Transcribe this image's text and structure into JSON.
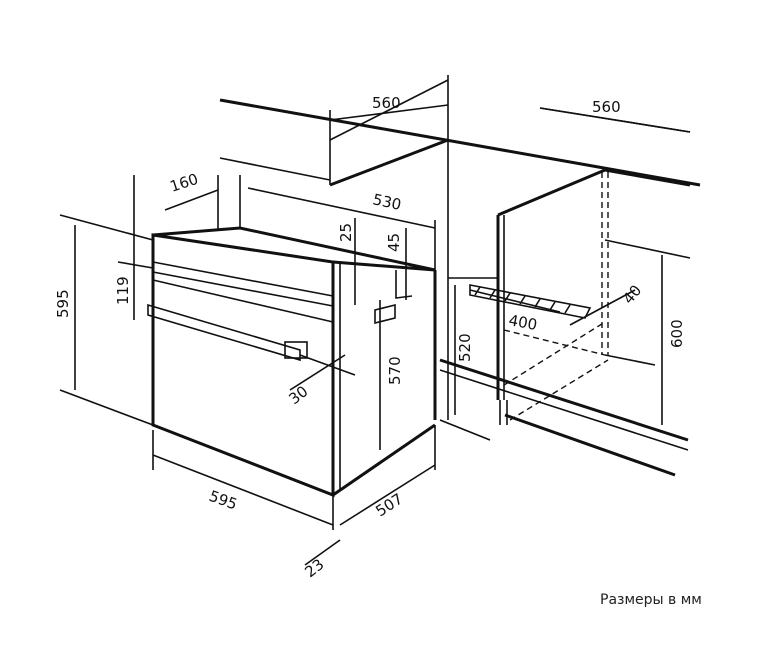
{
  "dimensions": {
    "niche_width_top": "560",
    "niche_depth_top": "560",
    "oven_top_offset": "160",
    "oven_depth_top": "530",
    "top_gap": "25",
    "rear_gap": "45",
    "oven_height": "595",
    "panel_height": "119",
    "body_height": "570",
    "niche_floor_height": "520",
    "vent_length": "400",
    "vent_depth": "40",
    "niche_height": "600",
    "handle_depth": "30",
    "oven_width": "595",
    "oven_depth": "507",
    "front_thickness": "23"
  },
  "note": "Размеры в мм"
}
